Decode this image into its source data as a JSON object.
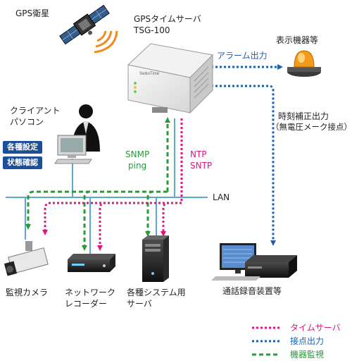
{
  "labels": {
    "gps_satellite": "GPS衛星",
    "time_server_line1": "GPSタイムサーバ",
    "time_server_line2": "TSG-100",
    "display_device": "表示機器等",
    "alarm_output": "アラーム出力",
    "time_correction_line1": "時刻補正出力",
    "time_correction_line2": "（無電圧メーク接点）",
    "client_line1": "クライアント",
    "client_line2": "パソコン",
    "settings_badge": "各種設定",
    "status_badge": "状態確認",
    "snmp_line1": "SNMP",
    "snmp_line2": "ping",
    "ntp_line1": "NTP",
    "ntp_line2": "SNTP",
    "lan": "LAN",
    "camera": "監視カメラ",
    "recorder_line1": "ネットワーク",
    "recorder_line2": "レコーダー",
    "system_server_line1": "各種システム用",
    "system_server_line2": "サーバ",
    "call_recorder": "通話録音装置等",
    "device_brand": "SeikoTime"
  },
  "legend": [
    {
      "label": "タイムサーバ",
      "color": "#e0157f"
    },
    {
      "label": "接点出力",
      "color": "#1a5fb4"
    },
    {
      "label": "機器監視",
      "color": "#2a9a3a"
    }
  ],
  "colors": {
    "ntp": "#e0157f",
    "contact": "#1a5fb4",
    "monitor": "#2a9a3a",
    "lan": "#5aa7d6",
    "badge": "#1c4f9a"
  }
}
